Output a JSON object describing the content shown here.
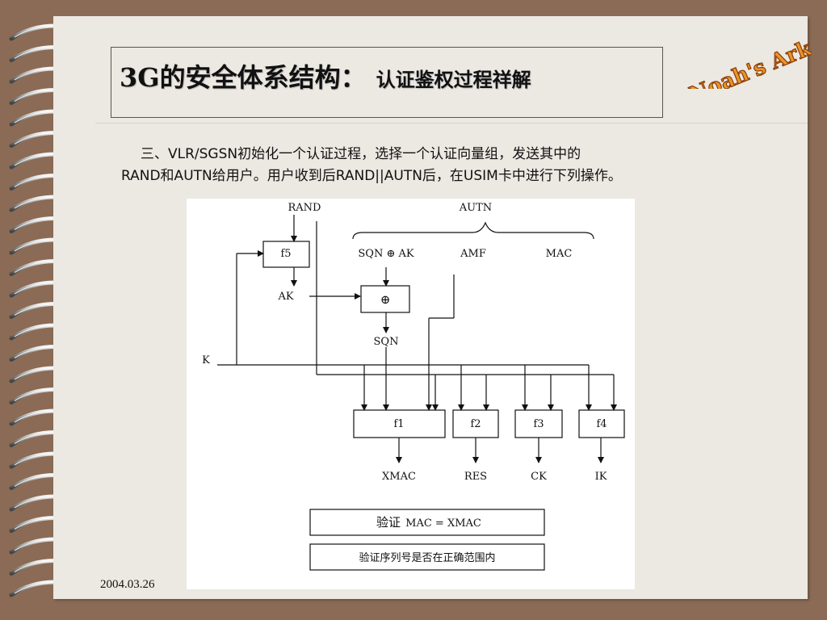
{
  "slide": {
    "title_main": "3G的安全体系结构：",
    "title_sub": "认证鉴权过程祥解",
    "logo_text": "Noah's Ark",
    "paragraph_line1": "三、VLR/SGSN初始化一个认证过程，选择一个认证向量组，发送其中的",
    "paragraph_line2": "RAND和AUTN给用户。用户收到后RAND||AUTN后，在USIM卡中进行下列操作。",
    "date": "2004.03.26"
  },
  "diagram": {
    "labels": {
      "rand": "RAND",
      "autn": "AUTN",
      "sqn_ak": "SQN ⊕ AK",
      "amf": "AMF",
      "mac": "MAC",
      "ak": "AK",
      "sqn": "SQN",
      "k": "K"
    },
    "boxes": {
      "f5": "f5",
      "xor": "⊕",
      "f1": "f1",
      "f2": "f2",
      "f3": "f3",
      "f4": "f4"
    },
    "outputs": {
      "f1": "XMAC",
      "f2": "RES",
      "f3": "CK",
      "f4": "IK"
    },
    "verify1_a": "验证",
    "verify1_b": "MAC = XMAC",
    "verify2": "验证序列号是否在正确范围内"
  }
}
